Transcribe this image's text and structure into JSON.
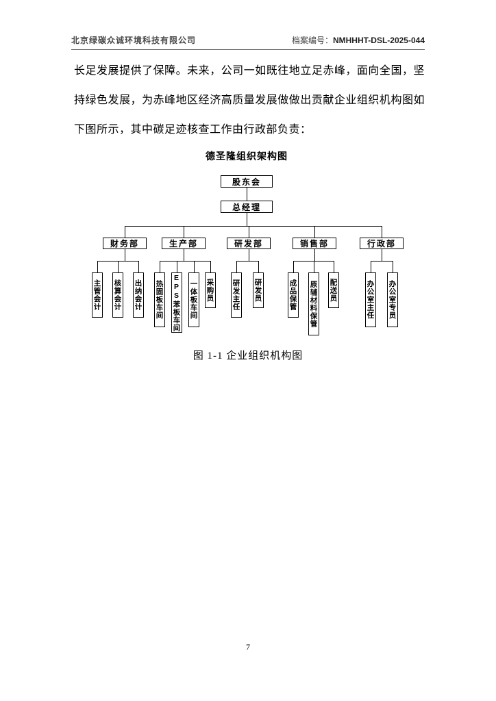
{
  "header": {
    "company": "北京绿碳众诚环境科技有限公司",
    "file_label": "档案编号：",
    "file_number": "NMHHHT-DSL-2025-044"
  },
  "body": {
    "paragraph": "长足发展提供了保障。未来，公司一如既往地立足赤峰，面向全国，坚持绿色发展，为赤峰地区经济高质量发展做做出贡献企业组织机构图如下图所示，其中碳足迹核查工作由行政部负责："
  },
  "orgchart": {
    "title": "德圣隆组织架构图",
    "root": "股东会",
    "manager": "总经理",
    "departments": [
      {
        "label": "财务部",
        "children": [
          "主管会计",
          "核算会计",
          "出纳会计"
        ]
      },
      {
        "label": "生产部",
        "children": [
          "热固板车间",
          "EPS苯板车间",
          "一体板车间",
          "采购员"
        ]
      },
      {
        "label": "研发部",
        "children": [
          "研发主任",
          "研发员"
        ]
      },
      {
        "label": "销售部",
        "children": [
          "成品保管",
          "原辅材料保管",
          "配送员"
        ]
      },
      {
        "label": "行政部",
        "children": [
          "办公室主任",
          "办公室专员"
        ]
      }
    ]
  },
  "caption": "图 1-1 企业组织机构图",
  "page_number": "7"
}
